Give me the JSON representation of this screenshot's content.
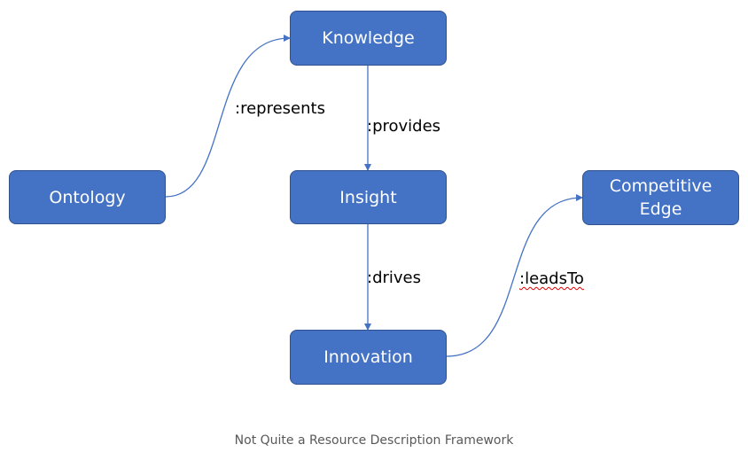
{
  "nodes": {
    "knowledge": "Knowledge",
    "insight": "Insight",
    "innovation": "Innovation",
    "ontology": "Ontology",
    "competitive_edge": "Competitive Edge"
  },
  "edges": {
    "represents": ":represents",
    "provides": ":provides",
    "drives": ":drives",
    "leads_to": ":leadsTo"
  },
  "caption": "Not Quite a Resource Description Framework",
  "colors": {
    "node_fill": "#4472c4",
    "node_border": "#2f528f",
    "edge_line": "#4472c4",
    "spellcheck_underline": "#e00000",
    "caption_text": "#595959"
  }
}
